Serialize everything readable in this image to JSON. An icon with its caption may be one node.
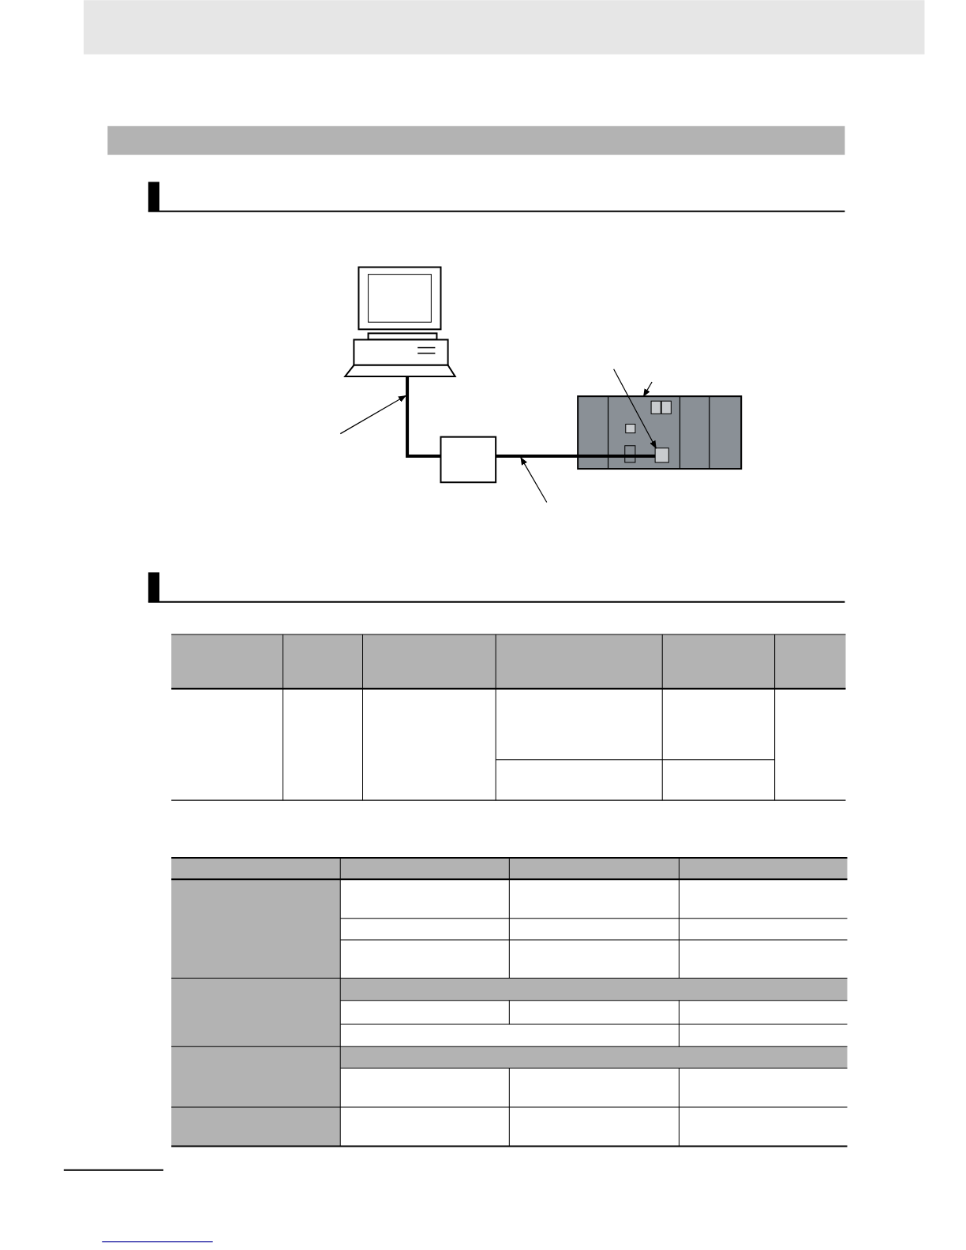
{
  "diagram": {
    "nodes": [
      {
        "text": [],
        "shape": "bar"
      },
      {
        "text": [],
        "shape": "picture"
      },
      {
        "text": [],
        "shape": "box"
      },
      {
        "text": [],
        "shape": "picture"
      },
      {
        "text": [],
        "shape": "box",
        "in": 3
      },
      {
        "text": [],
        "shape": "cable"
      },
      {
        "text": [],
        "shape": "cable"
      }
    ],
    "edges": [
      {
        "from": null,
        "to": 5,
        "arrow": "to"
      },
      {
        "from": null,
        "to": 6,
        "arrow": "to"
      },
      {
        "from": null,
        "to": 4,
        "arrow": "to"
      },
      {
        "from": null,
        "to": 3,
        "arrow": "to"
      }
    ]
  }
}
